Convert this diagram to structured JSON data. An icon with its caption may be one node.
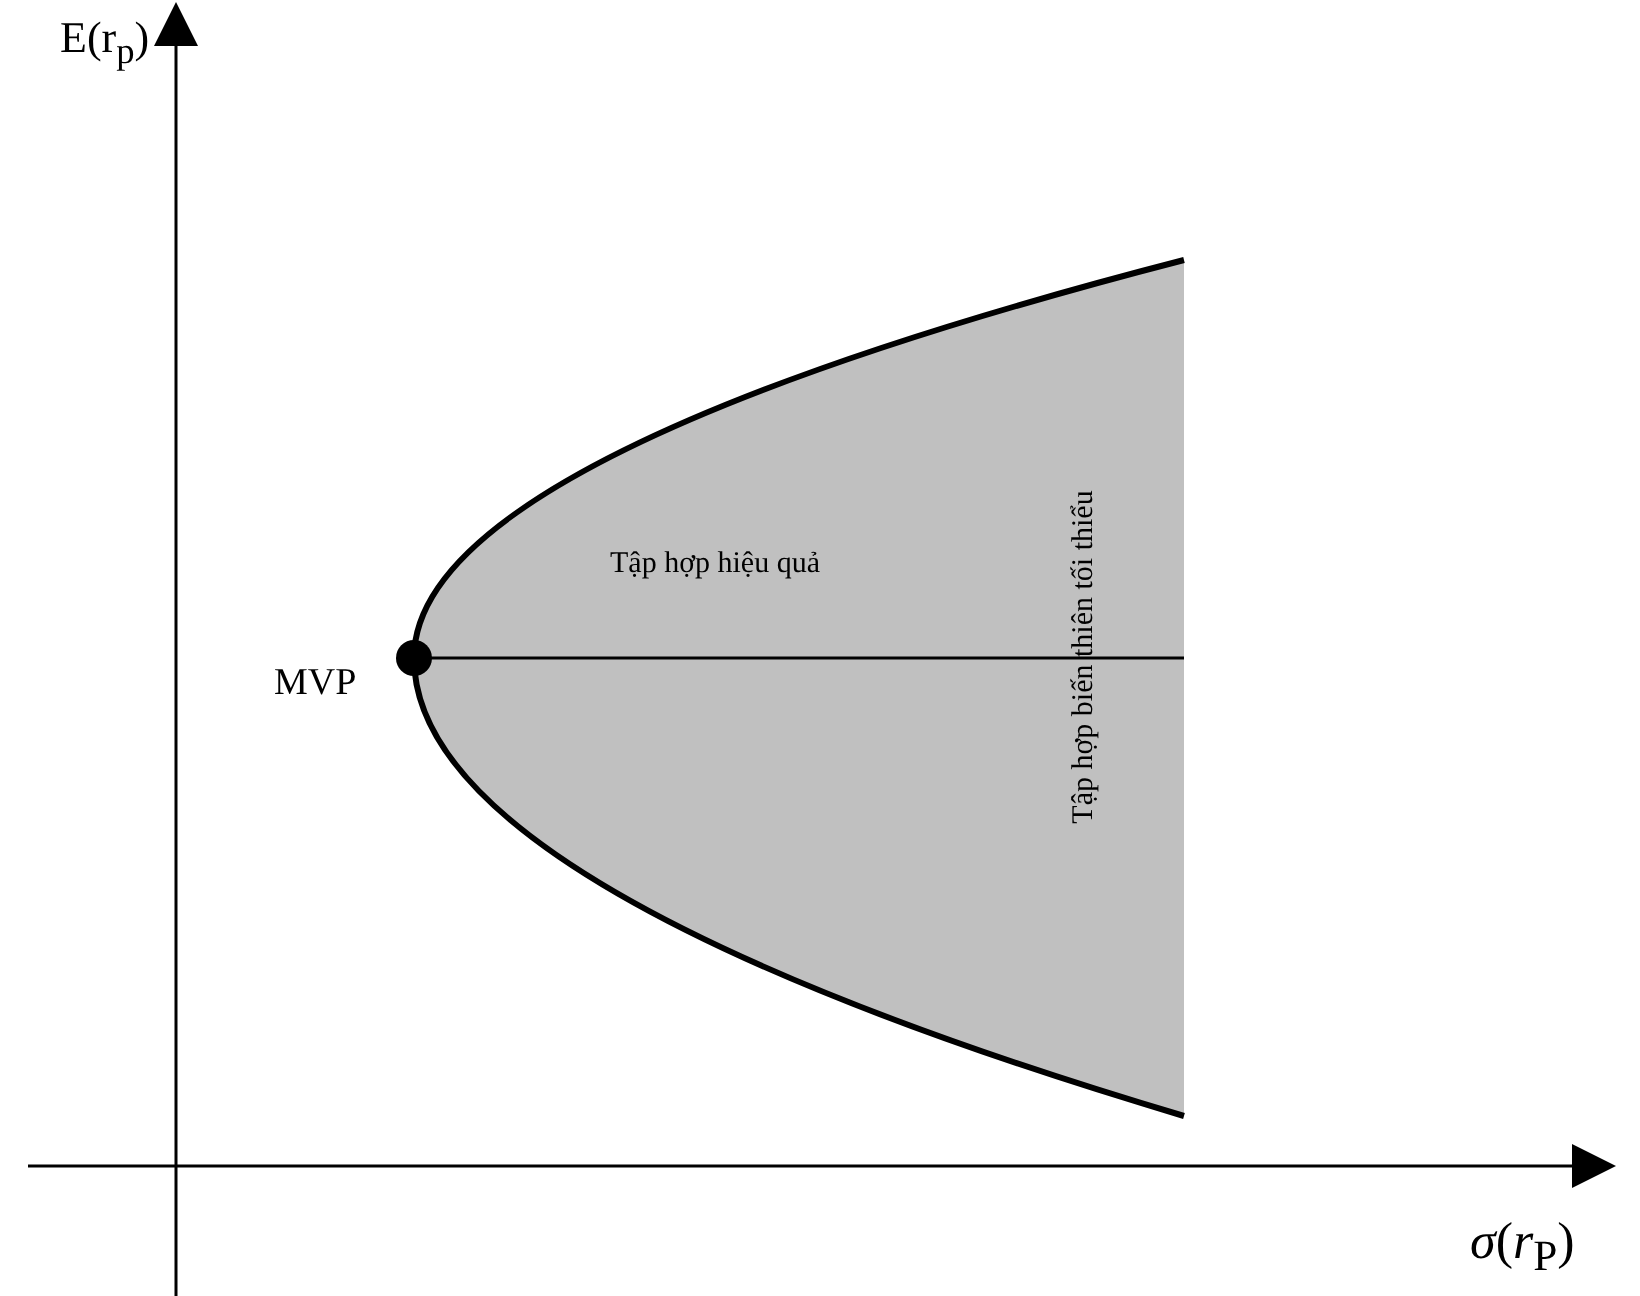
{
  "diagram": {
    "labels": [
      "E(r$_{p}$)",
      "*σ*(*r*$_{P}$)",
      "MVP",
      "Tập hợp hiệu quả",
      "Tập hợp biến thiên tối thiểu"
    ]
  }
}
